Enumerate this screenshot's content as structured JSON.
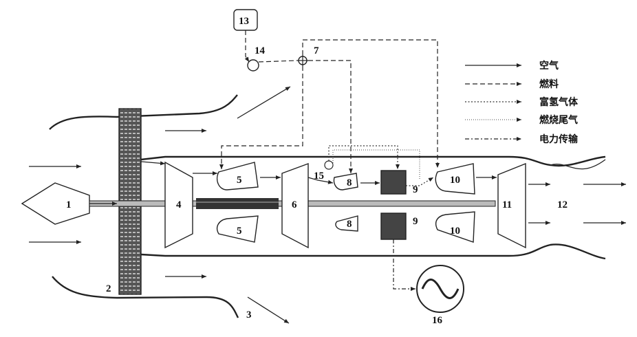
{
  "labels": {
    "n1": "1",
    "n2": "2",
    "n3": "3",
    "n4": "4",
    "n5a": "5",
    "n5b": "5",
    "n6": "6",
    "n7": "7",
    "n8a": "8",
    "n8b": "8",
    "n9a": "9",
    "n9b": "9",
    "n10a": "10",
    "n10b": "10",
    "n11": "11",
    "n12": "12",
    "n13": "13",
    "n14": "14",
    "n15": "15",
    "n16": "16"
  },
  "legend": {
    "air": "空气",
    "fuel": "燃料",
    "hydrogen_gas": "富氢气体",
    "combustion_exhaust": "燃烧尾气",
    "power_transmission": "电力传输"
  }
}
